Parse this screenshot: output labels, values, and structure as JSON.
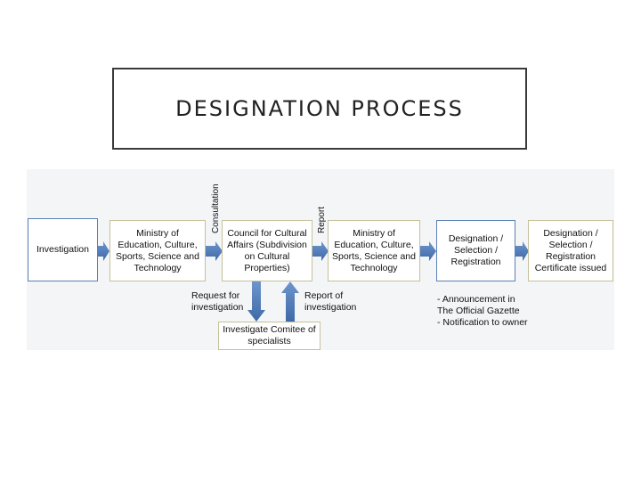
{
  "slide": {
    "title": "DESIGNATION PROCESS"
  },
  "diagram": {
    "nodes": {
      "investigation": "Investigation",
      "ministry1": "Ministry of Education, Culture, Sports, Science and Technology",
      "council": "Council for Cultural Affairs (Subdivision on Cultural Properties)",
      "ministry2": "Ministry of Education, Culture, Sports, Science and Technology",
      "designation": "Designation / Selection / Registration",
      "certificate": "Designation / Selection / Registration Certificate issued",
      "committee": "Investigate Comitee of specialists"
    },
    "labels": {
      "consultation": "Consultation",
      "report": "Report",
      "request": "Request for investigation",
      "report_of": "Report of investigation",
      "announcement": "- Announcement in The Official Gazette",
      "notification": "- Notification to owner"
    }
  }
}
